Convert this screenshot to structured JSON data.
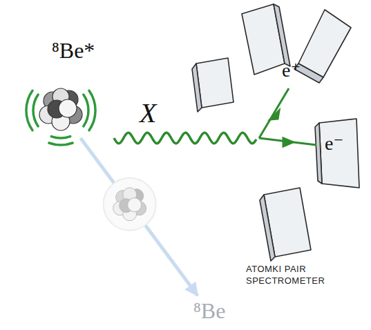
{
  "diagram": {
    "nodes": [
      {
        "text": [
          "⁸Be*"
        ]
      },
      {
        "text": [
          "⁸Be"
        ]
      }
    ],
    "edges": [
      {
        "from": 0,
        "to": 1,
        "arrow": "to"
      }
    ],
    "labels": [
      "X",
      "e⁺",
      "e⁻",
      "ATOMKI PAIR SPECTROMETER"
    ]
  }
}
